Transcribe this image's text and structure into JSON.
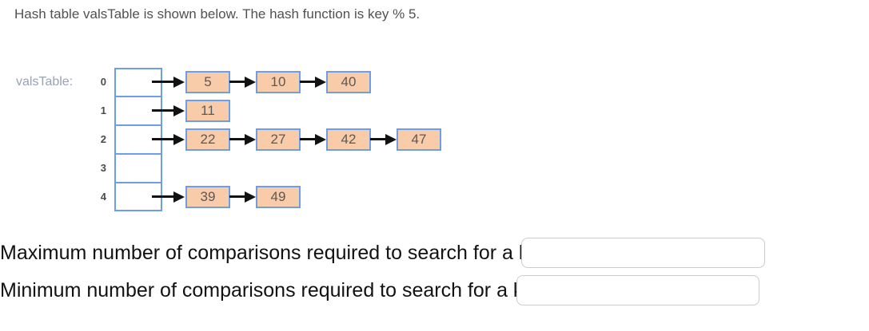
{
  "header": {
    "text": "Hash table valsTable is shown below. The hash function is key % 5."
  },
  "diagram": {
    "label": "valsTable:",
    "table_name": "valsTable",
    "hash_function": "key % 5",
    "buckets": [
      {
        "index": "0",
        "chain": [
          "5",
          "10",
          "40"
        ]
      },
      {
        "index": "1",
        "chain": [
          "11"
        ]
      },
      {
        "index": "2",
        "chain": [
          "22",
          "27",
          "42",
          "47"
        ]
      },
      {
        "index": "3",
        "chain": []
      },
      {
        "index": "4",
        "chain": [
          "39",
          "49"
        ]
      }
    ],
    "colors": {
      "node_fill": "#f8cba9",
      "node_border": "#6d9eeb",
      "bucket_border": "#6d9eeb",
      "arrow": "#121212",
      "label": "#98a1b6"
    }
  },
  "questions": [
    {
      "label": "Maximum number of comparisons required to search for a key:",
      "value": ""
    },
    {
      "label": "Minimum number of comparisons required to search for a key:",
      "value": ""
    }
  ]
}
